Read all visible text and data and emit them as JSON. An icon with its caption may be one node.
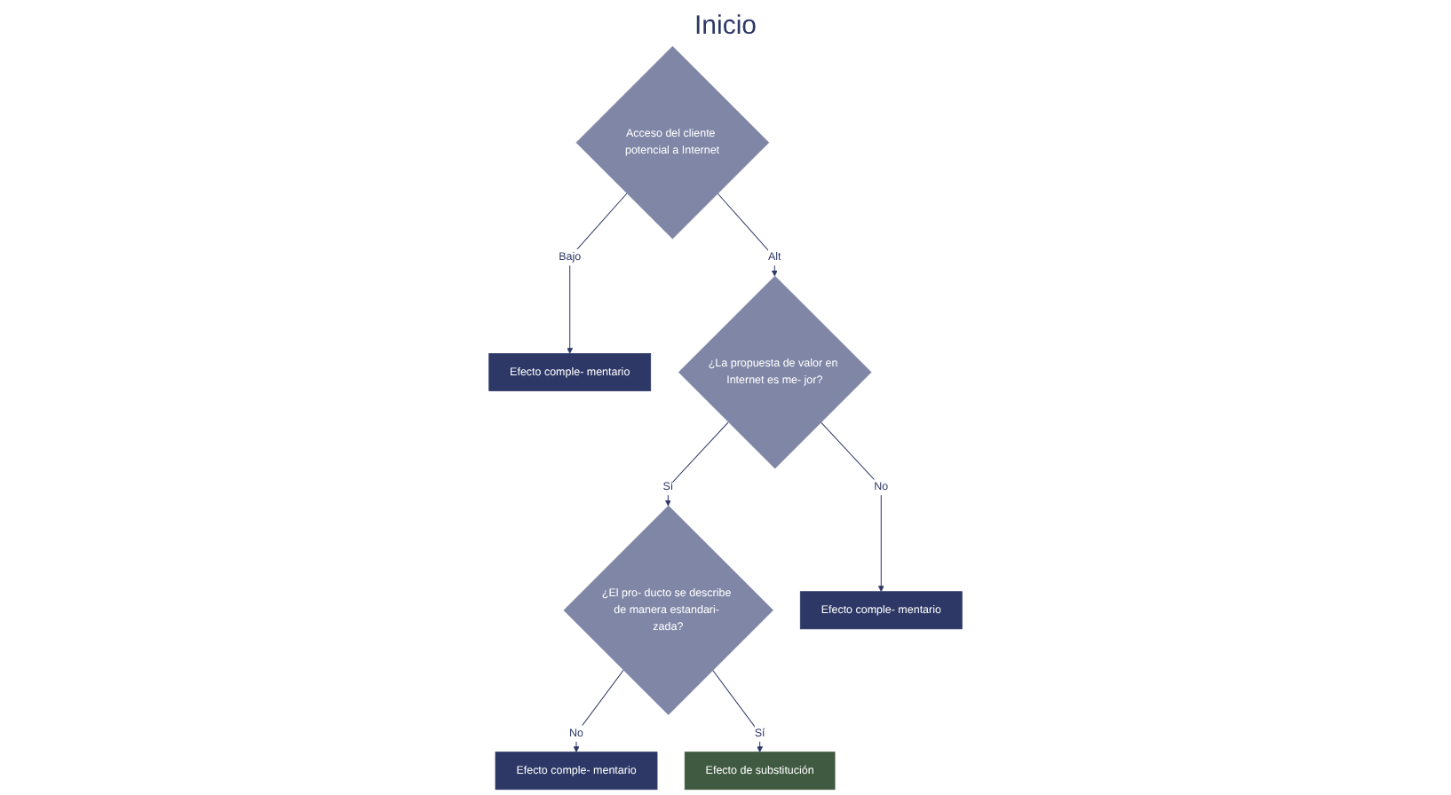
{
  "diagram": {
    "nodes": [
      {
        "text": [
          "Acceso del cliente potencial a Internet"
        ]
      },
      {
        "text": [
          "Efecto comple- mentario"
        ]
      },
      {
        "text": [
          "¿La propuesta de valor en Internet es me- jor?"
        ]
      },
      {
        "text": [
          "¿El pro- ducto se describe de manera estandari- zada?"
        ]
      },
      {
        "text": [
          "Efecto comple- mentario"
        ]
      },
      {
        "text": [
          "Efecto comple- mentario"
        ]
      },
      {
        "text": [
          "Efecto de substitución"
        ]
      }
    ],
    "edges": [
      {
        "from": 0,
        "to": 1,
        "arrow": "to",
        "label": "Bajo"
      },
      {
        "from": 0,
        "to": 2,
        "arrow": "to",
        "label": "Alt"
      },
      {
        "from": 2,
        "to": 3,
        "arrow": "to",
        "label": "Sí"
      },
      {
        "from": 2,
        "to": 4,
        "arrow": "to",
        "label": "No"
      },
      {
        "from": 3,
        "to": 5,
        "arrow": "to",
        "label": "No"
      },
      {
        "from": 3,
        "to": 6,
        "arrow": "to",
        "label": "Sí"
      }
    ],
    "labels": [
      "Inicio"
    ]
  }
}
